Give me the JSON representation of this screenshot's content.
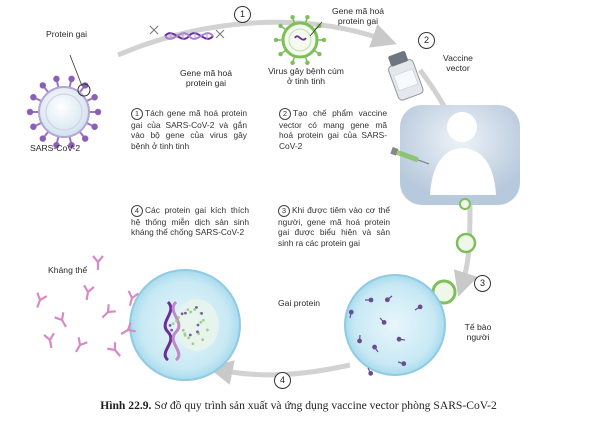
{
  "labels": {
    "spike_protein": "Protein gai",
    "sars_cov_2": "SARS-CoV-2",
    "gene_spike_top_1": "Gene mã hoá",
    "gene_spike_top_2": "protein gai",
    "gene_spike_left_1": "Gene mã hoá",
    "gene_spike_left_2": "protein gai",
    "chimp_virus_1": "Virus gây bệnh cúm",
    "chimp_virus_2": "ở tinh tinh",
    "vaccine_vector_1": "Vaccine",
    "vaccine_vector_2": "vector",
    "antibody": "Kháng thể",
    "gai_protein": "Gai protein",
    "human_cell_1": "Tế bào",
    "human_cell_2": "người"
  },
  "steps": [
    {
      "number": "1",
      "text": "Tách gene mã hoá protein gai của SARS-CoV-2 và gắn vào bộ gene của virus gây bệnh ở tinh tinh"
    },
    {
      "number": "2",
      "text": "Tạo chế phẩm vaccine vector có mang gene mã hoá protein gai của SARS-CoV-2"
    },
    {
      "number": "3",
      "text": "Khi được tiêm vào cơ thể người, gene mã hoá protein gai được biểu hiện và sản sinh ra các protein gai"
    },
    {
      "number": "4",
      "text": "Các protein gai kích thích hệ thống miễn dịch sản sinh kháng thể chống SARS-CoV-2"
    }
  ],
  "badges": [
    "1",
    "2",
    "3",
    "4"
  ],
  "caption": {
    "prefix": "Hình 22.9.",
    "text": " Sơ đồ quy trình sản xuất và ứng dụng vaccine vector phòng SARS-CoV-2"
  },
  "colors": {
    "cycle_arrow": "#c9c9c9",
    "virus_purple": "#8a5fb5",
    "virus_spike": "#9b77c6",
    "vector_green": "#7fbf5a",
    "cell_blue": "#bfe3f0",
    "cell_border": "#8fcbe3",
    "dna_purple": "#6a2d9b",
    "antibody_pink": "#d88ac2",
    "human_body": "#b9cde0"
  },
  "icons": [
    "sars-cov-2-virus-icon",
    "dna-strand-icon",
    "chimp-virus-icon",
    "vaccine-vial-icon",
    "human-silhouette-icon",
    "syringe-icon",
    "vector-particle-icon",
    "human-cell-icon",
    "immune-cell-icon",
    "antibody-icon"
  ]
}
